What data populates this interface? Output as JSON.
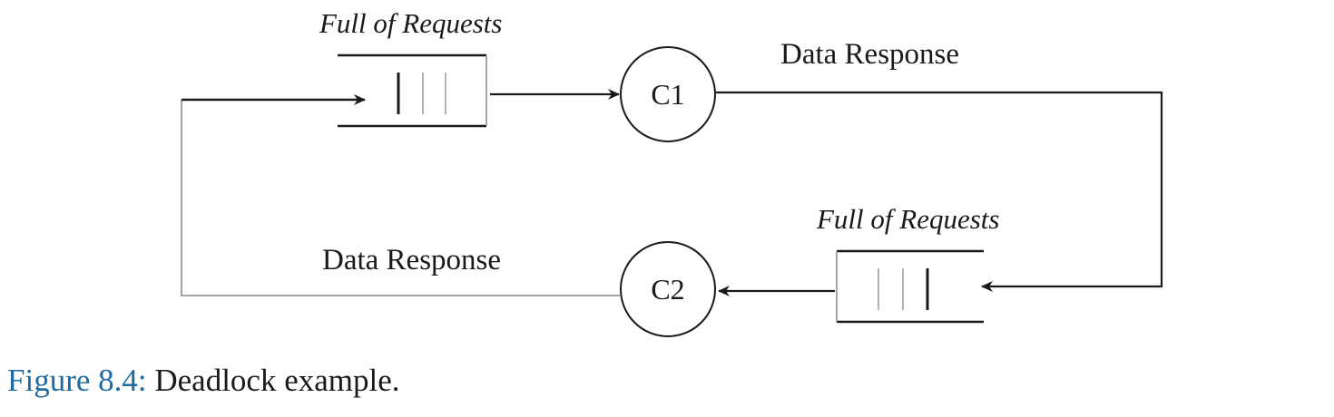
{
  "diagram": {
    "queue_top_label": "Full of Requests",
    "queue_bottom_label": "Full of Requests",
    "node_c1_label": "C1",
    "node_c2_label": "C2",
    "response_top_label": "Data Response",
    "response_bottom_label": "Data Response"
  },
  "caption": {
    "figure_number": "Figure 8.4:",
    "text": "Deadlock example."
  },
  "colors": {
    "caption_number": "#1f6ba1",
    "ink": "#1a1a1a"
  }
}
